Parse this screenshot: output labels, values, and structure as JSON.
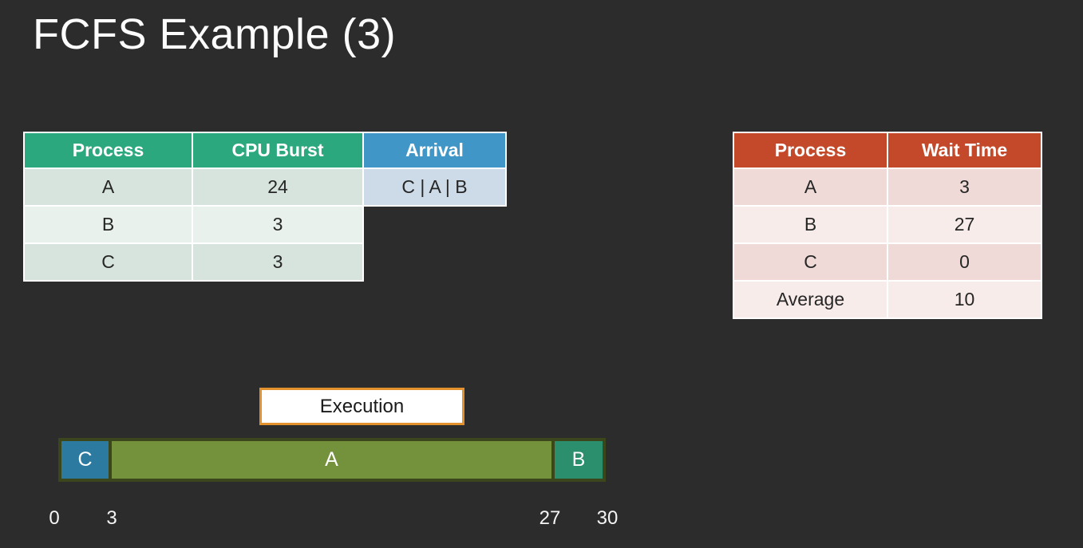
{
  "slide": {
    "title": "FCFS Example (3)",
    "background": "#2C2C2C"
  },
  "process_table": {
    "header": {
      "process": "Process",
      "cpu_burst": "CPU Burst",
      "arrival": "Arrival"
    },
    "rows": [
      {
        "process": "A",
        "cpu_burst": "24"
      },
      {
        "process": "B",
        "cpu_burst": "3"
      },
      {
        "process": "C",
        "cpu_burst": "3"
      }
    ],
    "arrival_order": "C | A | B",
    "colors": {
      "header_green": "#2BA87E",
      "header_blue": "#3F96C7",
      "row_odd": "#D6E4DD",
      "row_even": "#E9F1EC",
      "arrival_cell": "#CDDAE7"
    }
  },
  "wait_table": {
    "header": {
      "process": "Process",
      "wait_time": "Wait Time"
    },
    "rows": [
      {
        "process": "A",
        "wait_time": "3"
      },
      {
        "process": "B",
        "wait_time": "27"
      },
      {
        "process": "C",
        "wait_time": "0"
      },
      {
        "process": "Average",
        "wait_time": "10"
      }
    ],
    "colors": {
      "header_red": "#C4492B",
      "row_odd": "#EFDAD7",
      "row_even": "#F7ECEA"
    }
  },
  "execution": {
    "label": "Execution",
    "border_color": "#E2912C"
  },
  "gantt": {
    "border_color": "#3B461C",
    "segments": [
      {
        "label": "C",
        "start": 0,
        "end": 3,
        "color": "#2D7AA1"
      },
      {
        "label": "A",
        "start": 3,
        "end": 27,
        "color": "#73923B"
      },
      {
        "label": "B",
        "start": 27,
        "end": 30,
        "color": "#2B8E6C"
      }
    ],
    "timeline_labels": [
      "0",
      "3",
      "27",
      "30"
    ]
  }
}
